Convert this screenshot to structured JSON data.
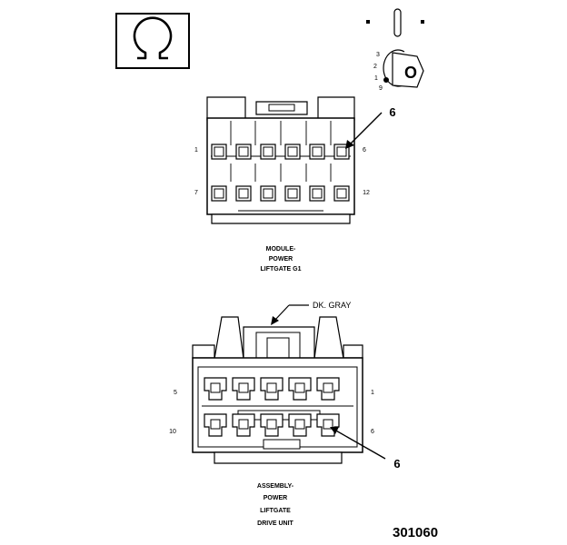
{
  "connector_view_symbol": "omega-icon",
  "mating_key": {
    "labels": [
      "3",
      "2",
      "1",
      "9"
    ],
    "letter": "O"
  },
  "top_connector": {
    "name_lines": [
      "MODULE-",
      "POWER",
      "LIFTGATE G1"
    ],
    "pin_labels": {
      "top_left": "1",
      "top_right": "6",
      "bottom_left": "7",
      "bottom_right": "12"
    },
    "callout": "6"
  },
  "bottom_connector": {
    "wire_label": "DK. GRAY",
    "name_lines": [
      "ASSEMBLY-",
      "POWER",
      "LIFTGATE",
      "DRIVE UNIT"
    ],
    "pin_labels": {
      "top_left": "5",
      "top_right": "1",
      "bottom_left": "10",
      "bottom_right": "6"
    },
    "callout": "6"
  },
  "figure_number": "301060"
}
